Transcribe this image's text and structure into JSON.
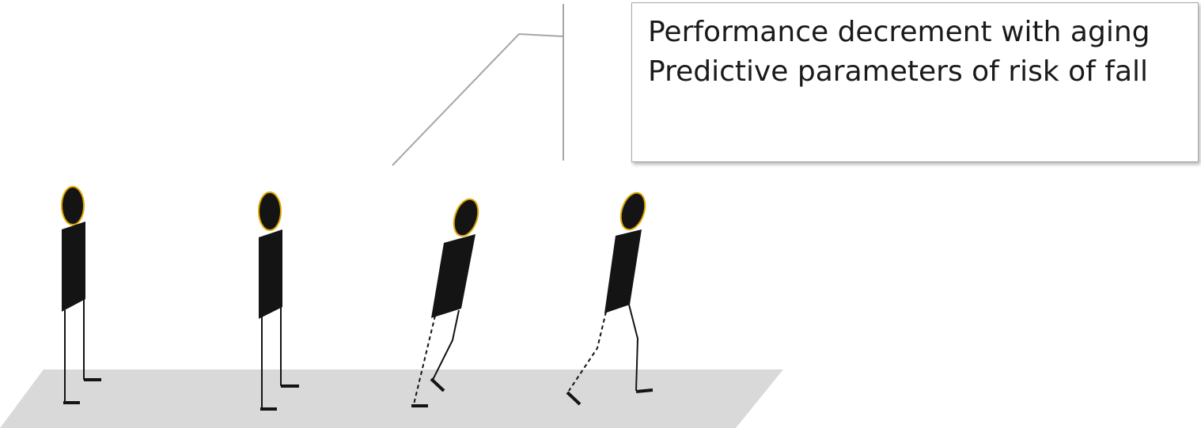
{
  "callout": {
    "lines": [
      "Performance decrement with aging",
      "Predictive parameters of risk of fall"
    ]
  },
  "colors": {
    "floor": "#d9d9d9",
    "figure": "#141414",
    "head_outline": "#e0a800",
    "leader_line": "#a6a6a6",
    "callout_border": "#a6a6a6",
    "text": "#1a1a1a"
  },
  "figures": [
    {
      "pose": "standing",
      "leg_style": "solid"
    },
    {
      "pose": "standing",
      "leg_style": "solid"
    },
    {
      "pose": "leaning-step",
      "leg_style": "dashed-rear"
    },
    {
      "pose": "walking-step",
      "leg_style": "dashed-rear"
    }
  ]
}
